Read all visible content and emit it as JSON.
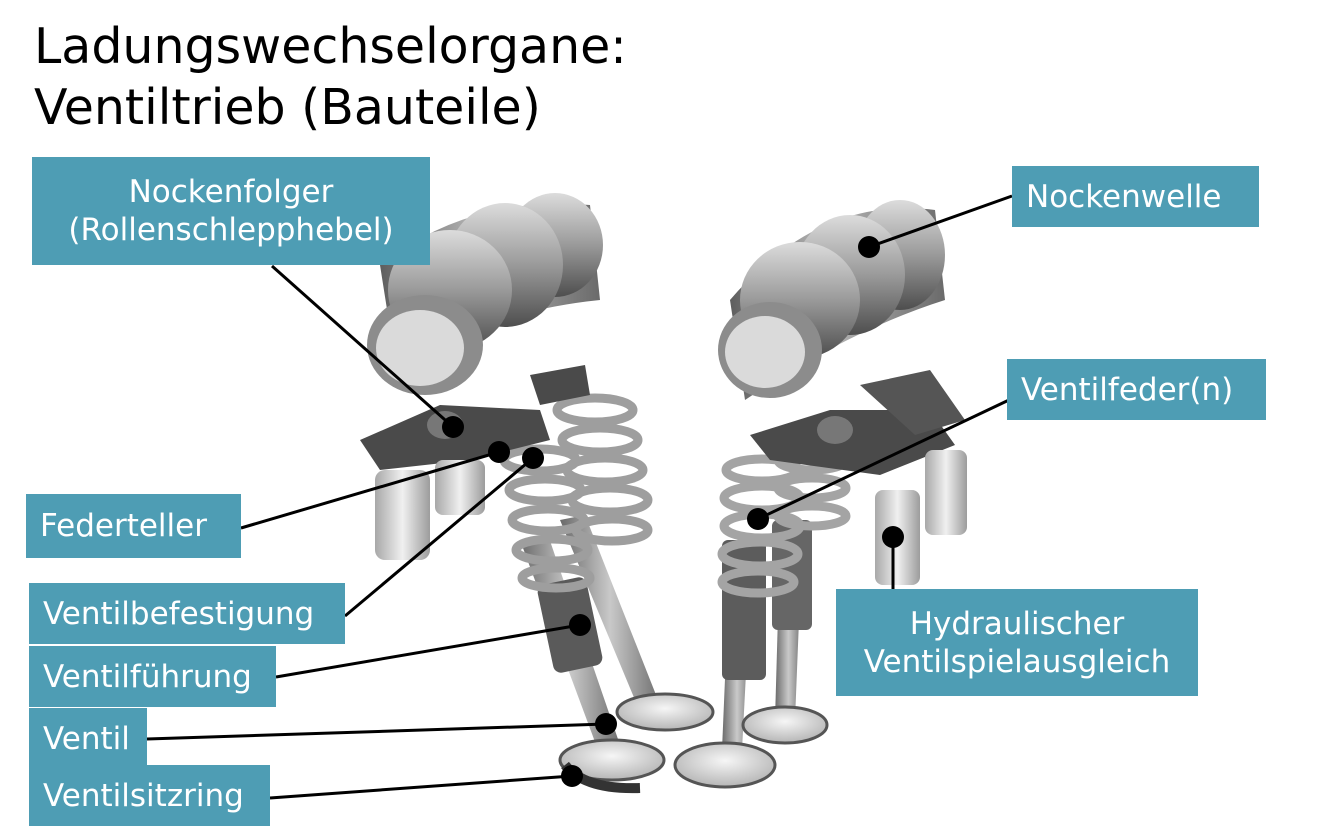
{
  "title": {
    "line1": "Ladungswechselorgane:",
    "line2": "Ventiltrieb (Bauteile)"
  },
  "labels": {
    "nockenfolger": {
      "line1": "Nockenfolger",
      "line2": "(Rollenschlepphebel)"
    },
    "nockenwelle": "Nockenwelle",
    "ventilfeder": "Ventilfeder(n)",
    "federteller": "Federteller",
    "ventilbefestigung": "Ventilbefestigung",
    "ventilfuehrung": "Ventilführung",
    "ventil": "Ventil",
    "ventilsitzring": "Ventilsitzring",
    "hydraulisch": {
      "line1": "Hydraulischer",
      "line2": "Ventilspielausgleich"
    }
  },
  "colors": {
    "label_background": "#4e9db4",
    "label_text": "#ffffff",
    "leader_line": "#000000"
  }
}
